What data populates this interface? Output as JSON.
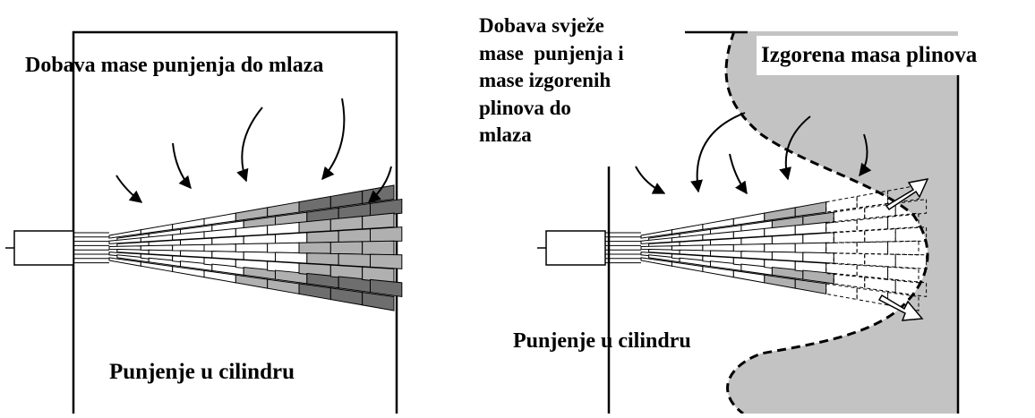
{
  "left_panel": {
    "top_label": "Dobava mase punjenja do mlaza",
    "bottom_label": "Punjenje u cilindru"
  },
  "right_panel": {
    "top_label": "Dobava svježe\nmase  punjenja i\nmase izgorenih\nplinova do\nmlaza",
    "burned_label": "Izgorena masa plinova",
    "bottom_label": "Punjenje u cilindru"
  },
  "colors": {
    "burned_gas": "#c3c3c3",
    "outline": "#000000",
    "spray_light": "#ffffff",
    "spray_mid": "#b0b0b0",
    "spray_dark": "#6e6e6e"
  }
}
